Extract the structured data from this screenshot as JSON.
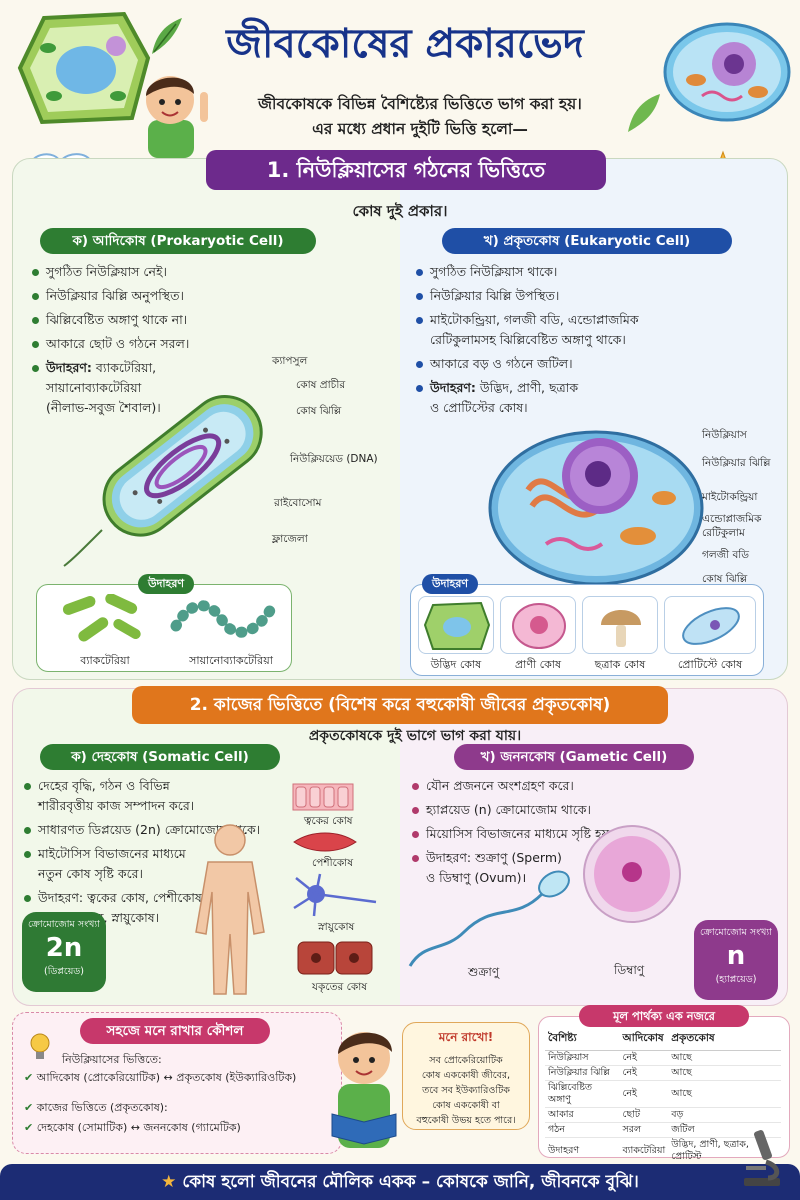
{
  "header": {
    "title": "জীবকোষের প্রকারভেদ",
    "intro_line1": "জীবকোষকে বিভিন্ন বৈশিষ্ট্যের ভিত্তিতে ভাগ করা হয়।",
    "intro_line2": "এর মধ্যে প্রধান দুইটি ভিত্তি হলো—"
  },
  "section1": {
    "banner": "1. নিউক্লিয়াসের গঠনের ভিত্তিতে",
    "subtitle": "কোষ দুই প্রকার।",
    "prokaryote": {
      "heading": "ক) আদিকোষ (Prokaryotic Cell)",
      "bullets": [
        "সুগঠিত নিউক্লিয়াস নেই।",
        "নিউক্লিয়ার ঝিল্লি অনুপস্থিত।",
        "ঝিল্লিবেষ্টিত অঙ্গাণু থাকে না।",
        "আকারে ছোট ও গঠনে সরল।"
      ],
      "example_bold": "উদাহরণ:",
      "example_text": "ব্যাকটেরিয়া,",
      "example_line2": "সায়ানোব্যাকটেরিয়া",
      "example_line3": "(নীলাভ-সবুজ শৈবাল)।",
      "labels": [
        "ক্যাপসুল",
        "কোষ প্রাচীর",
        "কোষ ঝিল্লি",
        "নিউক্লিয়য়েড (DNA)",
        "রাইবোসোম",
        "ফ্লাজেলা"
      ],
      "example_tag": "উদাহরণ",
      "examples": [
        "ব্যাকটেরিয়া",
        "সায়ানোব্যাকটেরিয়া"
      ]
    },
    "eukaryote": {
      "heading": "খ) প্রকৃতকোষ (Eukaryotic Cell)",
      "bullets": [
        "সুগঠিত নিউক্লিয়াস থাকে।",
        "নিউক্লিয়ার ঝিল্লি উপস্থিত।",
        "মাইটোকন্ড্রিয়া, গলজী বডি, এন্ডোপ্লাজমিক",
        "রেটিকুলামসহ ঝিল্লিবেষ্টিত অঙ্গাণু থাকে।",
        "আকারে বড় ও গঠনে জটিল।"
      ],
      "example_bold": "উদাহরণ:",
      "example_text": "উদ্ভিদ, প্রাণী, ছত্রাক",
      "example_line2": "ও প্রোটিস্টের কোষ।",
      "labels": [
        "নিউক্লিয়াস",
        "নিউক্লিয়ার ঝিল্লি",
        "মাইটোকন্ড্রিয়া",
        "এন্ডোপ্লাজমিক",
        "রেটিকুলাম",
        "গলজী বডি",
        "কোষ ঝিল্লি"
      ],
      "example_tag": "উদাহরণ",
      "examples": [
        "উদ্ভিদ কোষ",
        "প্রাণী কোষ",
        "ছত্রাক কোষ",
        "প্রোটিস্টে কোষ"
      ]
    }
  },
  "section2": {
    "banner": "2. কাজের ভিত্তিতে (বিশেষ করে বহুকোষী জীবের প্রকৃতকোষ)",
    "subtitle": "প্রকৃতকোষকে দুই ভাগে ভাগ করা যায়।",
    "somatic": {
      "heading": "ক) দেহকোষ (Somatic Cell)",
      "bullets": [
        "দেহের বৃদ্ধি, গঠন ও বিভিন্ন",
        "শারীরবৃত্তীয় কাজ সম্পাদন করে।",
        "সাধারণত ডিপ্লয়েড (2n) ক্রোমোজোম থাকে।",
        "মাইটোসিস বিভাজনের মাধ্যমে",
        "নতুন কোষ সৃষ্টি করে।",
        "উদাহরণ: ত্বকের কোষ, পেশীকোষ,",
        "যকৃতের কোষ, স্নায়ুকোষ।"
      ],
      "chromo_label": "ক্রোমোজোম সংখ্যা",
      "chromo_value": "2n",
      "chromo_type": "(ডিপ্লয়েড)",
      "cells": [
        "ত্বকের কোষ",
        "পেশীকোষ",
        "স্নায়ুকোষ",
        "যকৃতের কোষ"
      ]
    },
    "gametic": {
      "heading": "খ) জননকোষ (Gametic Cell)",
      "bullets": [
        "যৌন প্রজননে অংশগ্রহণ করে।",
        "হ্যাপ্লয়েড (n) ক্রোমোজোম থাকে।",
        "মিয়োসিস বিভাজনের মাধ্যমে সৃষ্টি হয়।",
        "উদাহরণ: শুক্রাণু (Sperm)",
        "ও ডিম্বাণু (Ovum)।"
      ],
      "chromo_label": "ক্রোমোজোম সংখ্যা",
      "chromo_value": "n",
      "chromo_type": "(হ্যাপ্লয়েড)",
      "cells": [
        "শুক্রাণু",
        "ডিম্বাণু"
      ]
    }
  },
  "tips": {
    "heading": "সহজে মনে রাখার কৌশল",
    "line1": "নিউক্লিয়াসের ভিত্তিতে:",
    "line2": "আদিকোষ (প্রোকেরিয়োটিক) ↔ প্রকৃতকোষ (ইউক্যারিওটিক)",
    "line3": "কাজের ভিত্তিতে (প্রকৃতকোষ):",
    "line4": "দেহকোষ (সোমাটিক) ↔ জননকোষ (গ্যামেটিক)"
  },
  "remember": {
    "heading": "মনে রাখো!",
    "lines": [
      "সব প্রোকেরিয়োটিক",
      "কোষ এককোষী জীবের,",
      "তবে সব ইউক্যারিওটিক",
      "কোষ এককোষী বা",
      "বহুকোষী উভয় হতে পারে।"
    ]
  },
  "comparison": {
    "heading": "মূল পার্থক্য এক নজরে",
    "columns": [
      "বৈশিষ্ট্য",
      "আদিকোষ",
      "প্রকৃতকোষ"
    ],
    "rows": [
      [
        "নিউক্লিয়াস",
        "নেই",
        "আছে"
      ],
      [
        "নিউক্লিয়ার ঝিল্লি",
        "নেই",
        "আছে"
      ],
      [
        "ঝিল্লিবেষ্টিত অঙ্গাণু",
        "নেই",
        "আছে"
      ],
      [
        "আকার",
        "ছোট",
        "বড়"
      ],
      [
        "গঠন",
        "সরল",
        "জটিল"
      ],
      [
        "উদাহরণ",
        "ব্যাকটেরিয়া",
        "উদ্ভিদ, প্রাণী, ছত্রাক, প্রোটিস্ট"
      ]
    ]
  },
  "footer": {
    "text": "কোষ হলো জীবনের মৌলিক একক – কোষকে জানি, জীবনকে বুঝি।"
  },
  "colors": {
    "title": "#17338a",
    "banner1": "#6d2a8c",
    "banner2": "#e0761c",
    "prokaryote": "#2e7d32",
    "eukaryote": "#1f4fa6",
    "gametic": "#8e3a8c",
    "footer": "#1c2c74"
  },
  "icons": [
    "plant-cell-icon",
    "animal-cell-icon",
    "boy-icon",
    "leaf-icon",
    "star-icon",
    "cloud-icon",
    "bulb-icon",
    "microscope-icon"
  ]
}
